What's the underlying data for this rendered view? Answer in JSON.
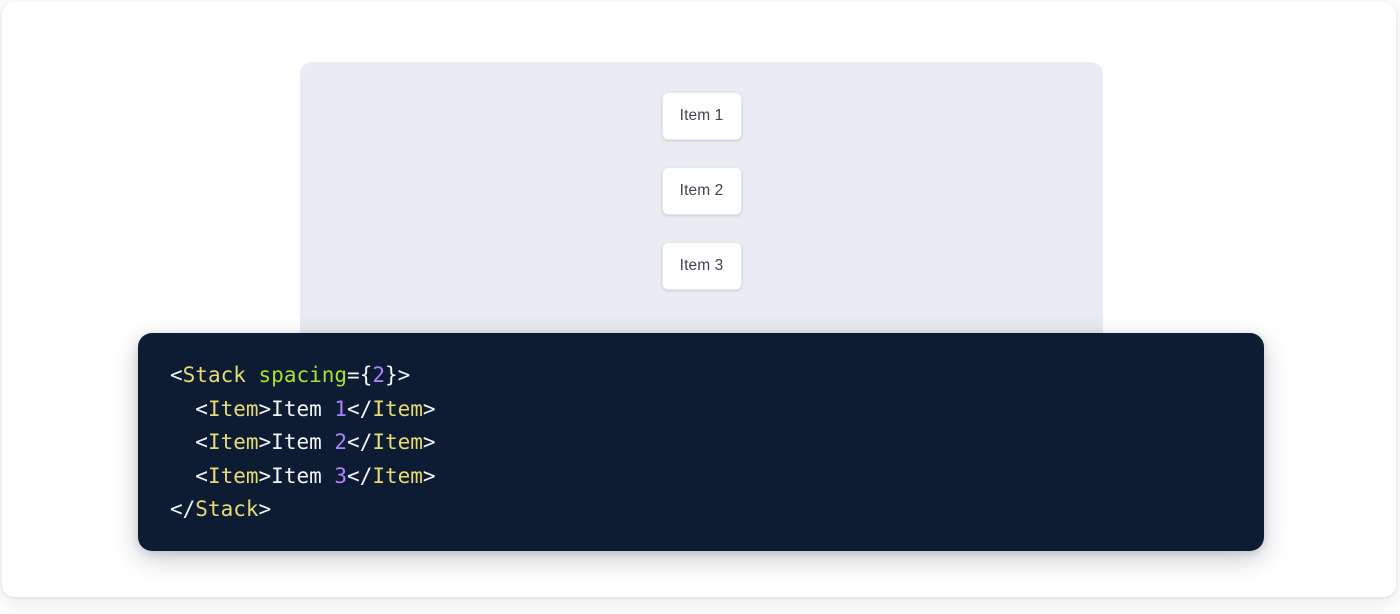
{
  "preview": {
    "panel_bg": "#e9ecf2",
    "items": [
      {
        "label": "Item 1"
      },
      {
        "label": "Item 2"
      },
      {
        "label": "Item 3"
      }
    ]
  },
  "code": {
    "background": "#0d1b33",
    "language": "jsx",
    "theme_colors": {
      "punctuation": "#f4f6fa",
      "tag": "#e6db74",
      "attribute": "#a6e22e",
      "number": "#ae81ff",
      "text": "#f4f6fa"
    },
    "raw": "<Stack spacing={2}>\n  <Item>Item 1</Item>\n  <Item>Item 2</Item>\n  <Item>Item 3</Item>\n</Stack>",
    "lines": [
      {
        "tokens": [
          {
            "t": "<",
            "c": "punct"
          },
          {
            "t": "Stack",
            "c": "tag"
          },
          {
            "t": " ",
            "c": "punct"
          },
          {
            "t": "spacing",
            "c": "attr"
          },
          {
            "t": "={",
            "c": "punct"
          },
          {
            "t": "2",
            "c": "num"
          },
          {
            "t": "}>",
            "c": "punct"
          }
        ]
      },
      {
        "tokens": [
          {
            "t": "  <",
            "c": "punct"
          },
          {
            "t": "Item",
            "c": "tag"
          },
          {
            "t": ">",
            "c": "punct"
          },
          {
            "t": "Item ",
            "c": "text"
          },
          {
            "t": "1",
            "c": "num"
          },
          {
            "t": "</",
            "c": "punct"
          },
          {
            "t": "Item",
            "c": "tag"
          },
          {
            "t": ">",
            "c": "punct"
          }
        ]
      },
      {
        "tokens": [
          {
            "t": "  <",
            "c": "punct"
          },
          {
            "t": "Item",
            "c": "tag"
          },
          {
            "t": ">",
            "c": "punct"
          },
          {
            "t": "Item ",
            "c": "text"
          },
          {
            "t": "2",
            "c": "num"
          },
          {
            "t": "</",
            "c": "punct"
          },
          {
            "t": "Item",
            "c": "tag"
          },
          {
            "t": ">",
            "c": "punct"
          }
        ]
      },
      {
        "tokens": [
          {
            "t": "  <",
            "c": "punct"
          },
          {
            "t": "Item",
            "c": "tag"
          },
          {
            "t": ">",
            "c": "punct"
          },
          {
            "t": "Item ",
            "c": "text"
          },
          {
            "t": "3",
            "c": "num"
          },
          {
            "t": "</",
            "c": "punct"
          },
          {
            "t": "Item",
            "c": "tag"
          },
          {
            "t": ">",
            "c": "punct"
          }
        ]
      },
      {
        "tokens": [
          {
            "t": "</",
            "c": "punct"
          },
          {
            "t": "Stack",
            "c": "tag"
          },
          {
            "t": ">",
            "c": "punct"
          }
        ]
      }
    ]
  }
}
